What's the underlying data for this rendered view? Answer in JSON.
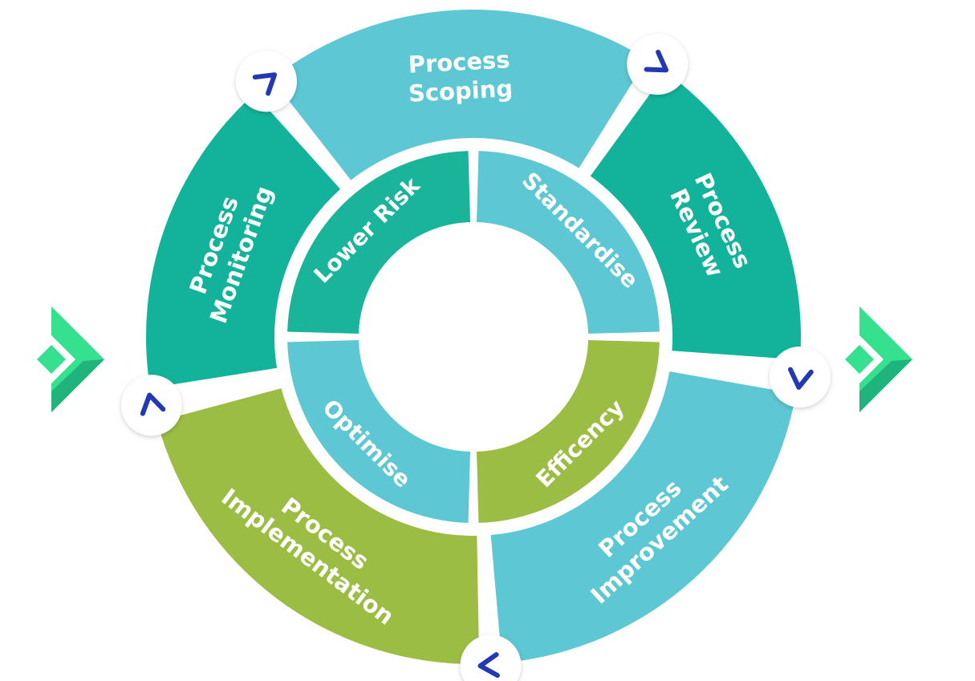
{
  "colors": {
    "teal": "#12b39a",
    "cyan": "#5dc7d3",
    "lime": "#9bbd43",
    "inner_teal": "#1ab49b",
    "arrow_blue": "#2238b4",
    "logo_light": "#35e08f",
    "logo_dark": "#1fb47c"
  },
  "outer_ring": [
    {
      "id": "process-scoping",
      "lines": [
        "Process",
        "Scoping"
      ],
      "color": "cyan"
    },
    {
      "id": "process-review",
      "lines": [
        "Process",
        "Review"
      ],
      "color": "teal"
    },
    {
      "id": "process-improvement",
      "lines": [
        "Process",
        "Improvement"
      ],
      "color": "cyan"
    },
    {
      "id": "process-implementation",
      "lines": [
        "Process",
        "Implementation"
      ],
      "color": "lime"
    },
    {
      "id": "process-monitoring",
      "lines": [
        "Process",
        "Monitoring"
      ],
      "color": "teal"
    }
  ],
  "inner_ring": [
    {
      "id": "lower-risk",
      "label": "Lower Risk",
      "color": "inner_teal"
    },
    {
      "id": "standardise",
      "label": "Standardise",
      "color": "cyan"
    },
    {
      "id": "efficency",
      "label": "Efficency",
      "color": "lime"
    },
    {
      "id": "optimise",
      "label": "Optimise",
      "color": "cyan"
    }
  ],
  "connectors": [
    {
      "id": "connector-scoping-review",
      "icon": "chevron-icon"
    },
    {
      "id": "connector-review-improvement",
      "icon": "chevron-icon"
    },
    {
      "id": "connector-improvement-implementation",
      "icon": "chevron-icon"
    },
    {
      "id": "connector-implementation-monitoring",
      "icon": "chevron-icon"
    },
    {
      "id": "connector-monitoring-scoping",
      "icon": "chevron-icon"
    }
  ],
  "side_icons": [
    {
      "id": "left-logo",
      "icon": "double-chevron-logo-icon"
    },
    {
      "id": "right-logo",
      "icon": "double-chevron-logo-icon"
    }
  ]
}
